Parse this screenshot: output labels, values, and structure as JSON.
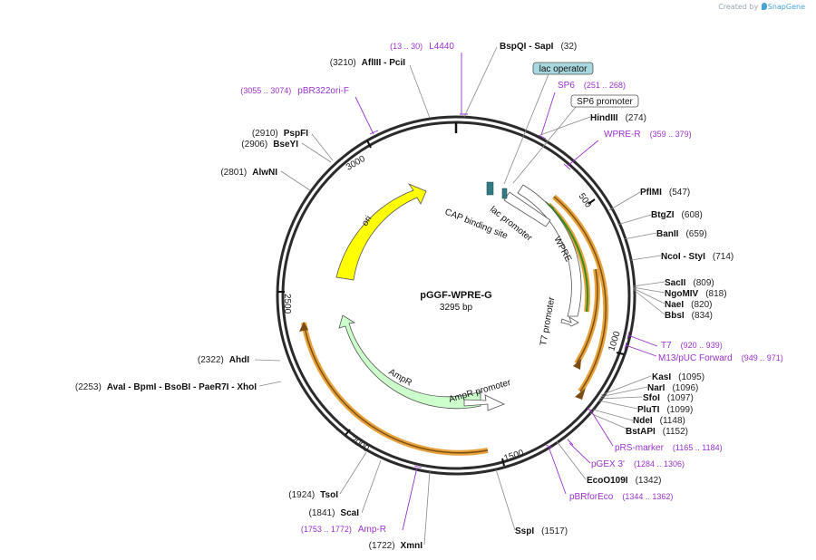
{
  "credit": {
    "prefix": "Created by",
    "brand": "SnapGene"
  },
  "plasmid": {
    "name": "pGGF-WPRE-G",
    "length": "3295 bp",
    "bp": 3295
  },
  "colors": {
    "backbone": "#2b2b2b",
    "ori": "#ffff00",
    "ampr": "#ccffcc",
    "wpre": "#ffffff",
    "primer": "#9933cc",
    "enzyme": "#111111",
    "orf": "#e6a23c",
    "lac_operator": "#a8d8df"
  },
  "ticks": [
    "500",
    "1000",
    "1500",
    "2000",
    "2500",
    "3000"
  ],
  "features": {
    "ori": "ori",
    "ampr": "AmpR",
    "ampr_promoter": "AmpR promoter",
    "wpre": "WPRE",
    "t7_promoter": "T7 promoter",
    "lac_promoter": "lac promoter",
    "cap": "CAP binding site",
    "lac_operator": "lac operator",
    "sp6_promoter": "SP6 promoter"
  },
  "enzyme_labels": [
    {
      "name": "BspQI  - SapI",
      "pos": "(32)"
    },
    {
      "name": "HindIII",
      "pos": "(274)"
    },
    {
      "name": "PflMI",
      "pos": "(547)"
    },
    {
      "name": "BtgZI",
      "pos": "(608)"
    },
    {
      "name": "BanII",
      "pos": "(659)"
    },
    {
      "name": "NcoI  - StyI",
      "pos": "(714)"
    },
    {
      "name": "SacII",
      "pos": "(809)"
    },
    {
      "name": "NgoMIV",
      "pos": "(818)"
    },
    {
      "name": "NaeI",
      "pos": "(820)"
    },
    {
      "name": "BbsI",
      "pos": "(834)"
    },
    {
      "name": "KasI",
      "pos": "(1095)"
    },
    {
      "name": "NarI",
      "pos": "(1096)"
    },
    {
      "name": "SfoI",
      "pos": "(1097)"
    },
    {
      "name": "PluTI",
      "pos": "(1099)"
    },
    {
      "name": "NdeI",
      "pos": "(1148)"
    },
    {
      "name": "BstAPI",
      "pos": "(1152)"
    },
    {
      "name": "EcoO109I",
      "pos": "(1342)"
    },
    {
      "name": "SspI",
      "pos": "(1517)"
    },
    {
      "name": "XmnI",
      "pos": "(1722)"
    },
    {
      "name": "ScaI",
      "pos": "(1841)"
    },
    {
      "name": "TsoI",
      "pos": "(1924)"
    },
    {
      "name": "AvaI   - BpmI   - BsoBI   - PaeR7I   - XhoI",
      "pos": "(2253)"
    },
    {
      "name": "AhdI",
      "pos": "(2322)"
    },
    {
      "name": "AlwNI",
      "pos": "(2801)"
    },
    {
      "name": "BseYI",
      "pos": "(2906)"
    },
    {
      "name": "PspFI",
      "pos": "(2910)"
    },
    {
      "name": "AflIII  - PciI",
      "pos": "(3210)"
    }
  ],
  "primer_labels": [
    {
      "name": "L4440",
      "range": "(13 .. 30)"
    },
    {
      "name": "pBR322ori-F",
      "range": "(3055 .. 3074)"
    },
    {
      "name": "SP6",
      "range": "(251 .. 268)"
    },
    {
      "name": "WPRE-R",
      "range": "(359 .. 379)"
    },
    {
      "name": "T7",
      "range": "(920 .. 939)"
    },
    {
      "name": "M13/pUC Forward",
      "range": "(949 .. 971)"
    },
    {
      "name": "pRS-marker",
      "range": "(1165 .. 1184)"
    },
    {
      "name": "pGEX 3'",
      "range": "(1284 .. 1306)"
    },
    {
      "name": "pBRforEco",
      "range": "(1344 .. 1362)"
    },
    {
      "name": "Amp-R",
      "range": "(1753 .. 1772)"
    }
  ]
}
